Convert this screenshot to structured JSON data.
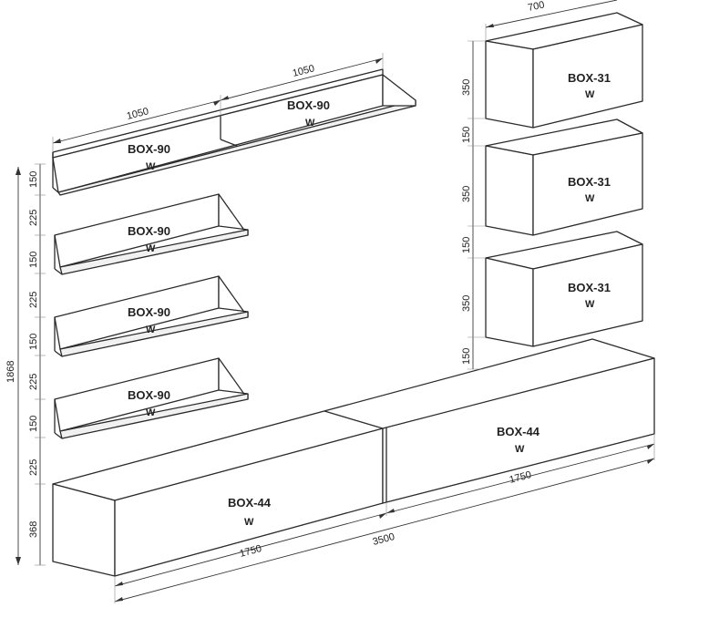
{
  "shelves": [
    {
      "name": "BOX-90",
      "sub": "W"
    },
    {
      "name": "BOX-90",
      "sub": "W"
    },
    {
      "name": "BOX-90",
      "sub": "W"
    },
    {
      "name": "BOX-90",
      "sub": "W"
    },
    {
      "name": "BOX-90",
      "sub": "W"
    }
  ],
  "wall_cabinets": [
    {
      "name": "BOX-31",
      "sub": "W"
    },
    {
      "name": "BOX-31",
      "sub": "W"
    },
    {
      "name": "BOX-31",
      "sub": "W"
    }
  ],
  "tv_units": [
    {
      "name": "BOX-44",
      "sub": "W"
    },
    {
      "name": "BOX-44",
      "sub": "W"
    }
  ],
  "dimensions": {
    "shelf_width_left": "1050",
    "shelf_width_right": "1050",
    "cabinet_width": "700",
    "total_height": "1868",
    "left_column": [
      "150",
      "225",
      "150",
      "225",
      "150",
      "225",
      "150",
      "225",
      "368"
    ],
    "right_column": [
      "350",
      "150",
      "350",
      "150",
      "350",
      "150"
    ],
    "tv_left_width": "1750",
    "tv_right_width": "1750",
    "total_width": "3500"
  }
}
